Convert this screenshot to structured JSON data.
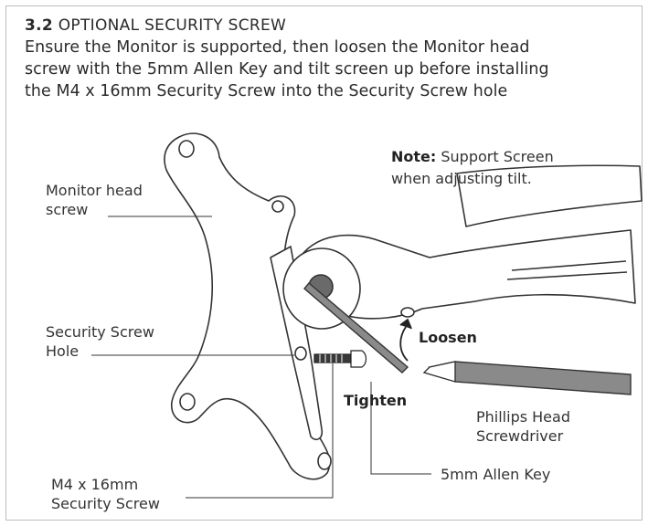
{
  "header": {
    "section_number": "3.2",
    "section_title": "OPTIONAL SECURITY SCREW",
    "instruction_lines": [
      "Ensure the Monitor is supported, then loosen the Monitor head",
      "screw with the 5mm Allen Key and tilt screen up before installing",
      "the M4 x 16mm Security Screw into the Security Screw hole"
    ]
  },
  "note": {
    "label": "Note:",
    "lines": [
      "Support Screen",
      "when adjusting tilt."
    ]
  },
  "callouts": {
    "monitor_head_screw": [
      "Monitor head",
      "screw"
    ],
    "security_screw_hole": [
      "Security Screw",
      "Hole"
    ],
    "m4_security_screw": [
      "M4 x 16mm",
      "Security Screw"
    ],
    "phillips_screwdriver": [
      "Phillips Head",
      "Screwdriver"
    ],
    "allen_key": "5mm Allen Key"
  },
  "actions": {
    "loosen": "Loosen",
    "tighten": "Tighten"
  }
}
